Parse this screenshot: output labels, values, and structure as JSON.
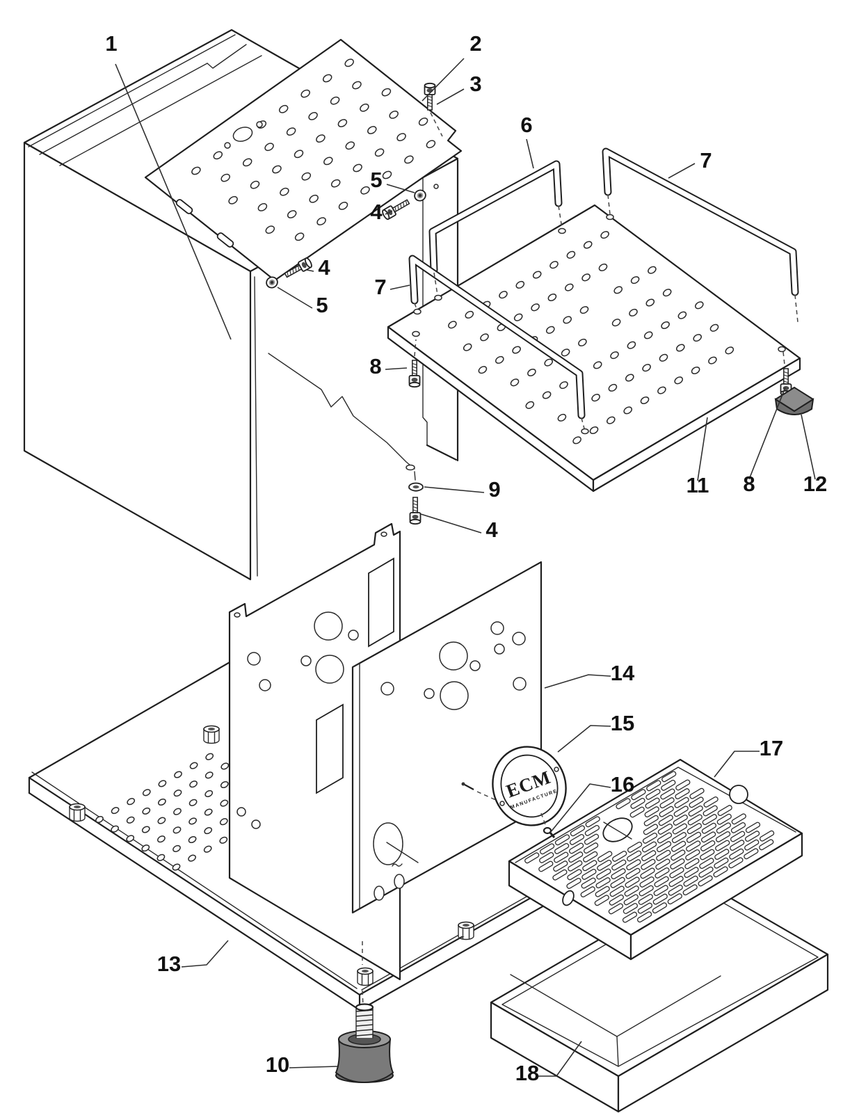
{
  "diagram": {
    "badge": {
      "brand": "ECM",
      "subtitle": "MANUFACTURE"
    },
    "labels": {
      "n1": "1",
      "n2": "2",
      "n3": "3",
      "n4": "4",
      "n5": "5",
      "n6": "6",
      "n7": "7",
      "n8": "8",
      "n9": "9",
      "n10": "10",
      "n11": "11",
      "n12": "12",
      "n13": "13",
      "n14": "14",
      "n15": "15",
      "n16": "16",
      "n17": "17",
      "n18": "18"
    }
  }
}
